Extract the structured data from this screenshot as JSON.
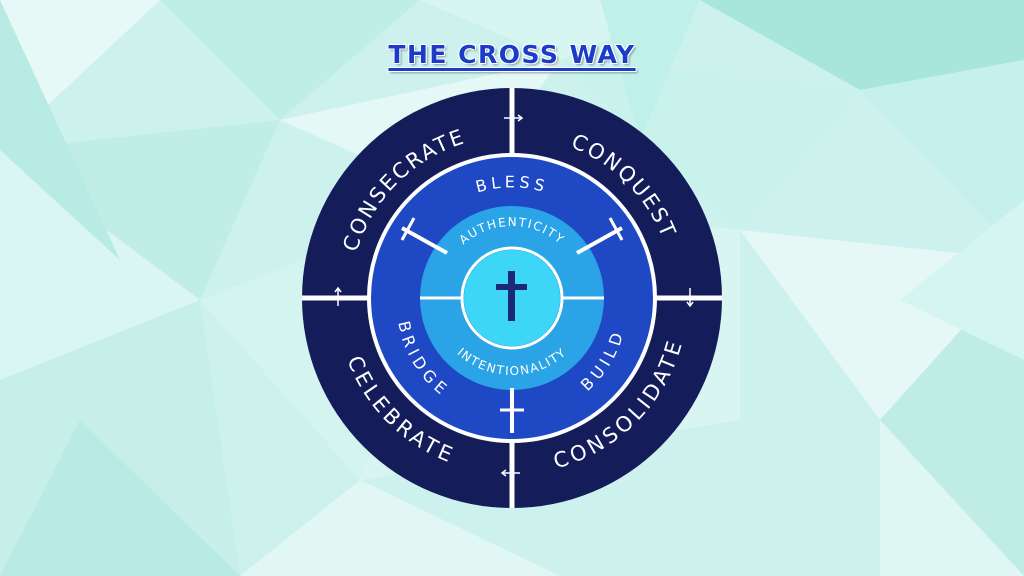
{
  "title": "THE CROSS WAY",
  "outer_ring": {
    "top_left": "CONSECRATE",
    "top_right": "CONQUEST",
    "bottom_right": "CONSOLIDATE",
    "bottom_left": "CELEBRATE"
  },
  "middle_ring": {
    "top": "BLESS",
    "left": "BRIDGE",
    "right": "BUILD"
  },
  "inner_ring": {
    "top": "AUTHENTICITY",
    "bottom": "INTENTIONALITY"
  },
  "center_symbol": "cross-icon",
  "colors": {
    "outer_ring": "#141d5a",
    "middle_ring": "#1f48c4",
    "inner_ring": "#2aa4e6",
    "center": "#3ed6f6",
    "dividers": "#ffffff"
  }
}
